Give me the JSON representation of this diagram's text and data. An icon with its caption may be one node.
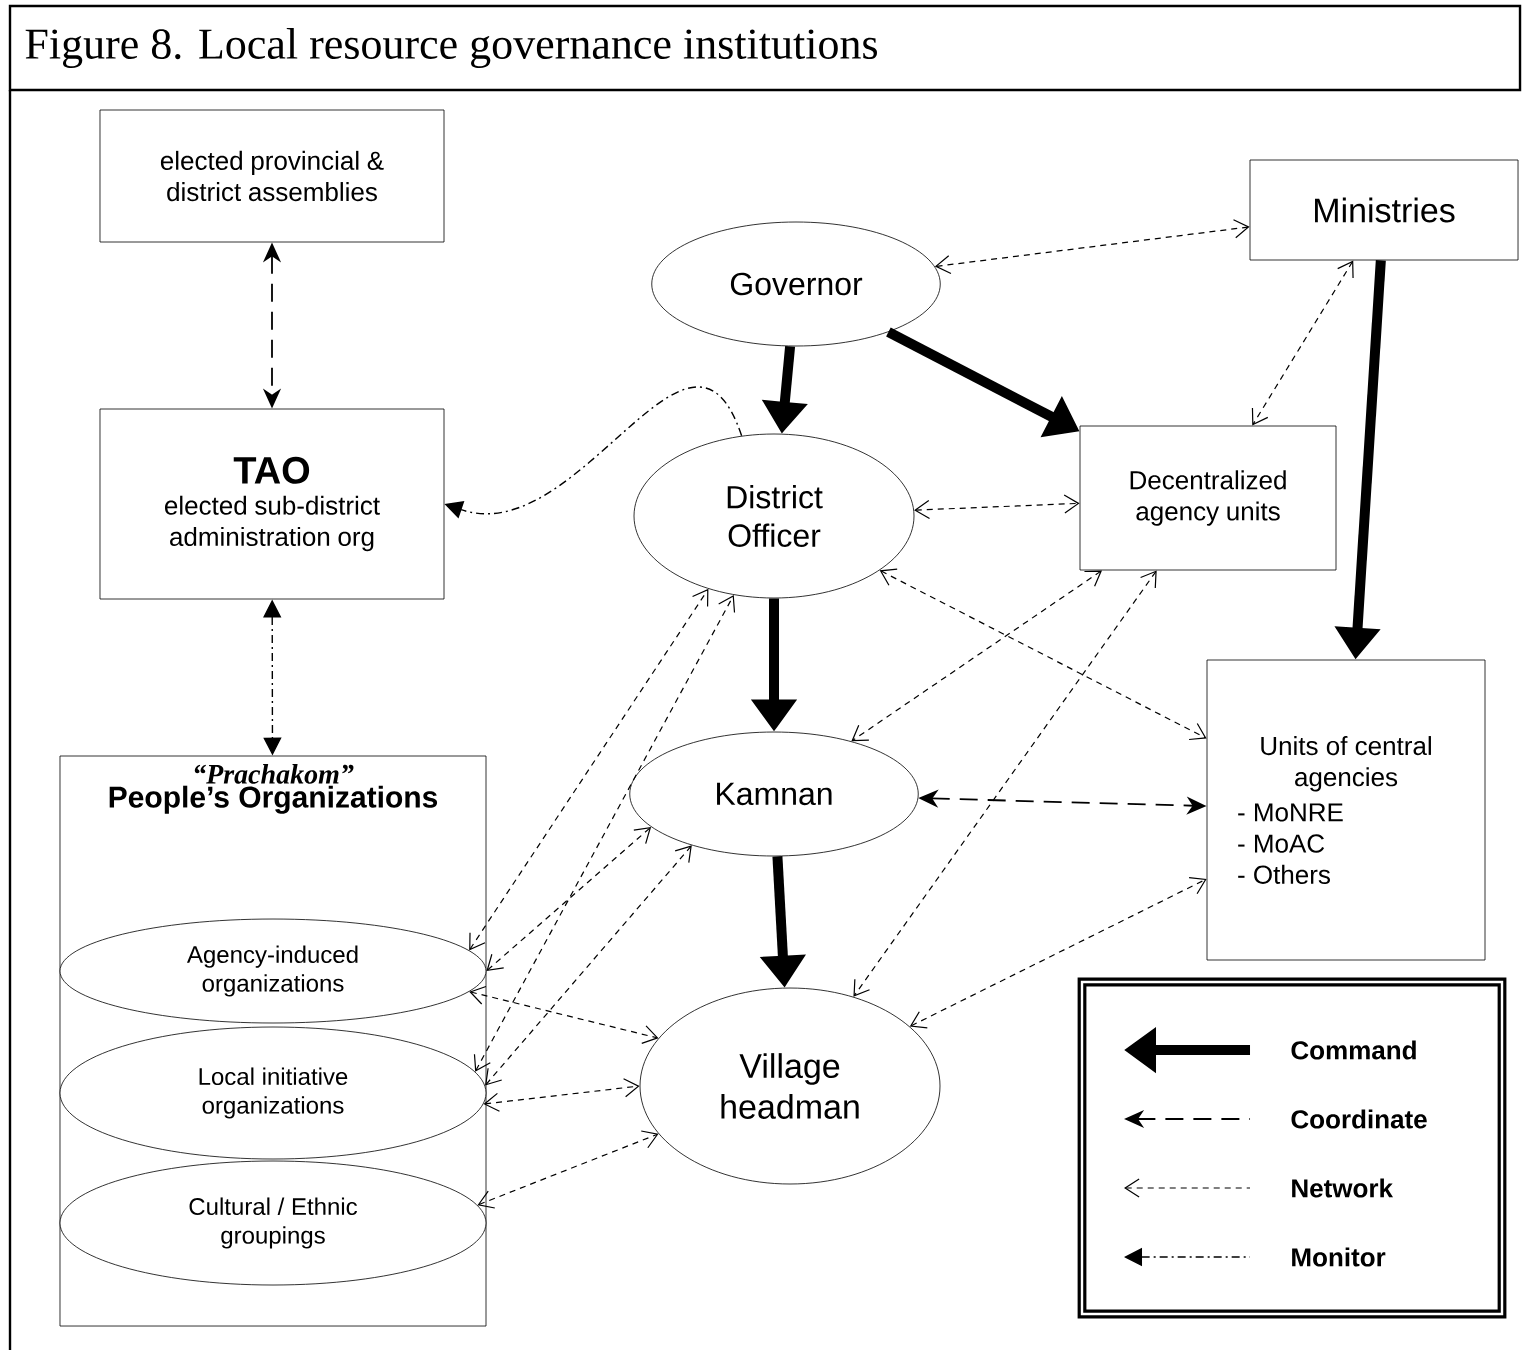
{
  "diagram": {
    "title": "Figure 8. Local resource governance institutions",
    "nodes": [
      {
        "text": [
          "elected provincial & district assemblies"
        ]
      },
      {
        "text": [
          "TAO",
          "elected sub-district administration org"
        ]
      },
      {
        "text": [
          "“Prachakom”",
          "People’s Organizations"
        ]
      },
      {
        "text": [
          "Agency-induced organizations"
        ],
        "in": 2
      },
      {
        "text": [
          "Local initiative organizations"
        ],
        "in": 2
      },
      {
        "text": [
          "Cultural / Ethnic groupings"
        ],
        "in": 2
      },
      {
        "text": [
          "Governor"
        ]
      },
      {
        "text": [
          "Ministries"
        ]
      },
      {
        "text": [
          "Decentralized agency units"
        ]
      },
      {
        "text": [
          "District Officer"
        ]
      },
      {
        "text": [
          "Units of central agencies",
          "- MoNRE",
          "- MoAC",
          "- Others"
        ]
      },
      {
        "text": [
          "Kamnan"
        ]
      },
      {
        "text": [
          "Village headman"
        ]
      }
    ],
    "edges": [
      {
        "from": 6,
        "to": 9,
        "arrow": "to",
        "style": "thick"
      },
      {
        "from": 6,
        "to": 8,
        "arrow": "to",
        "style": "thick"
      },
      {
        "from": 9,
        "to": 11,
        "arrow": "to",
        "style": "thick"
      },
      {
        "from": 11,
        "to": 12,
        "arrow": "to",
        "style": "thick"
      },
      {
        "from": 7,
        "to": 10,
        "arrow": "to",
        "style": "thick"
      },
      {
        "from": 0,
        "to": 1,
        "arrow": "both",
        "style": "dashed"
      },
      {
        "from": 1,
        "to": 2,
        "arrow": "both",
        "style": "dashed"
      },
      {
        "from": 9,
        "to": 1,
        "arrow": "to",
        "style": "dashed"
      },
      {
        "from": 6,
        "to": 7,
        "arrow": "both",
        "style": "dashed"
      },
      {
        "from": 7,
        "to": 8,
        "arrow": "both",
        "style": "dashed"
      },
      {
        "from": 9,
        "to": 8,
        "arrow": "both",
        "style": "dashed"
      },
      {
        "from": 9,
        "to": 10,
        "arrow": "both",
        "style": "dashed"
      },
      {
        "from": 8,
        "to": 11,
        "arrow": "both",
        "style": "dashed"
      },
      {
        "from": 8,
        "to": 12,
        "arrow": "both",
        "style": "dashed"
      },
      {
        "from": 11,
        "to": 10,
        "arrow": "both",
        "style": "dashed"
      },
      {
        "from": 12,
        "to": 10,
        "arrow": "both",
        "style": "dashed"
      },
      {
        "from": 3,
        "to": 9,
        "arrow": "both",
        "style": "dashed"
      },
      {
        "from": 4,
        "to": 9,
        "arrow": "both",
        "style": "dashed"
      },
      {
        "from": 3,
        "to": 11,
        "arrow": "both",
        "style": "dashed"
      },
      {
        "from": 4,
        "to": 11,
        "arrow": "both",
        "style": "dashed"
      },
      {
        "from": 3,
        "to": 12,
        "arrow": "both",
        "style": "dashed"
      },
      {
        "from": 4,
        "to": 12,
        "arrow": "both",
        "style": "dashed"
      },
      {
        "from": 5,
        "to": 12,
        "arrow": "both",
        "style": "dashed"
      }
    ],
    "legend": [
      {
        "text": "Command"
      },
      {
        "text": "Coordinate"
      },
      {
        "text": "Network"
      },
      {
        "text": "Monitor"
      }
    ]
  }
}
